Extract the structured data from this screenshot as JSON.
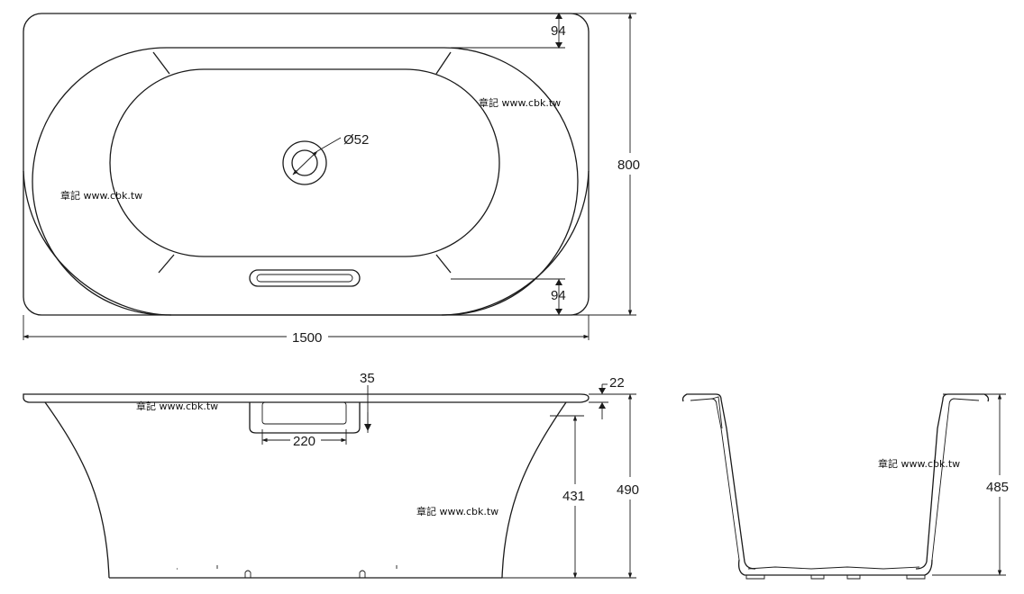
{
  "dimensions": {
    "rim_top": "94",
    "rim_bottom": "94",
    "drain_diameter": "Ø52",
    "overall_width": "800",
    "overall_length": "1500",
    "overflow_offset": "35",
    "rim_thickness": "22",
    "overflow_width": "220",
    "inner_depth": "431",
    "overall_height": "490",
    "side_depth": "485"
  },
  "watermark": "章記 www.cbk.tw"
}
